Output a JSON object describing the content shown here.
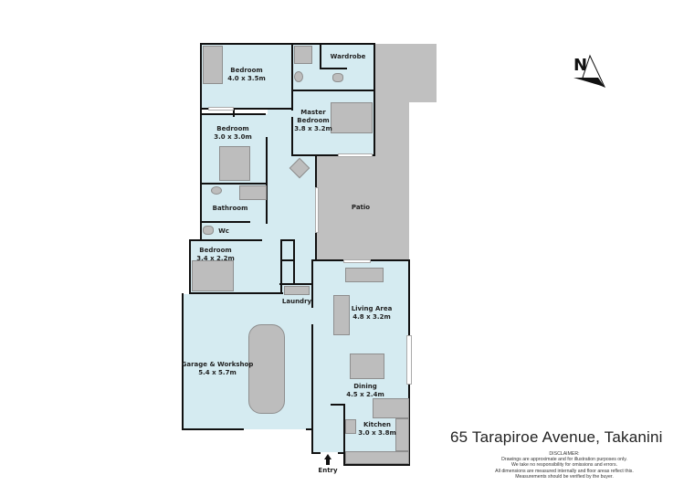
{
  "property": {
    "address": "65 Tarapiroe Avenue, Takanini"
  },
  "disclaimer": {
    "heading": "DISCLAIMER:",
    "lines": [
      "Drawings are approximate and for illustration purposes only.",
      "We take no responsibility for omissions and errors.",
      "All dimensions are measured internally and floor areas reflect this.",
      "Measurements should be verified by the buyer."
    ]
  },
  "compass": {
    "label": "N",
    "icon": "north-arrow-icon"
  },
  "rooms": {
    "bedroom1": {
      "name": "Bedroom",
      "size": "4.0 x 3.5m"
    },
    "bedroom2": {
      "name": "Bedroom",
      "size": "3.0 x 3.0m"
    },
    "bedroom3": {
      "name": "Bedroom",
      "size": "3.4 x 2.2m"
    },
    "master": {
      "name1": "Master",
      "name2": "Bedroom",
      "size": "3.8 x 3.2m"
    },
    "wardrobe": {
      "name": "Wardrobe"
    },
    "bathroom": {
      "name": "Bathroom"
    },
    "wc": {
      "name": "Wc"
    },
    "patio": {
      "name": "Patio"
    },
    "laundry": {
      "name": "Laundry"
    },
    "garage": {
      "name": "Garage & Workshop",
      "size": "5.4 x 5.7m"
    },
    "living": {
      "name": "Living Area",
      "size": "4.8 x 3.2m"
    },
    "dining": {
      "name": "Dining",
      "size": "4.5 x 2.4m"
    },
    "kitchen": {
      "name": "Kitchen",
      "size": "3.0 x 3.8m"
    },
    "entry": {
      "name": "Entry"
    }
  },
  "colors": {
    "floor": "#d5ebf1",
    "outdoor": "#c0c0c0",
    "wall": "#111111",
    "background": "#ffffff"
  }
}
